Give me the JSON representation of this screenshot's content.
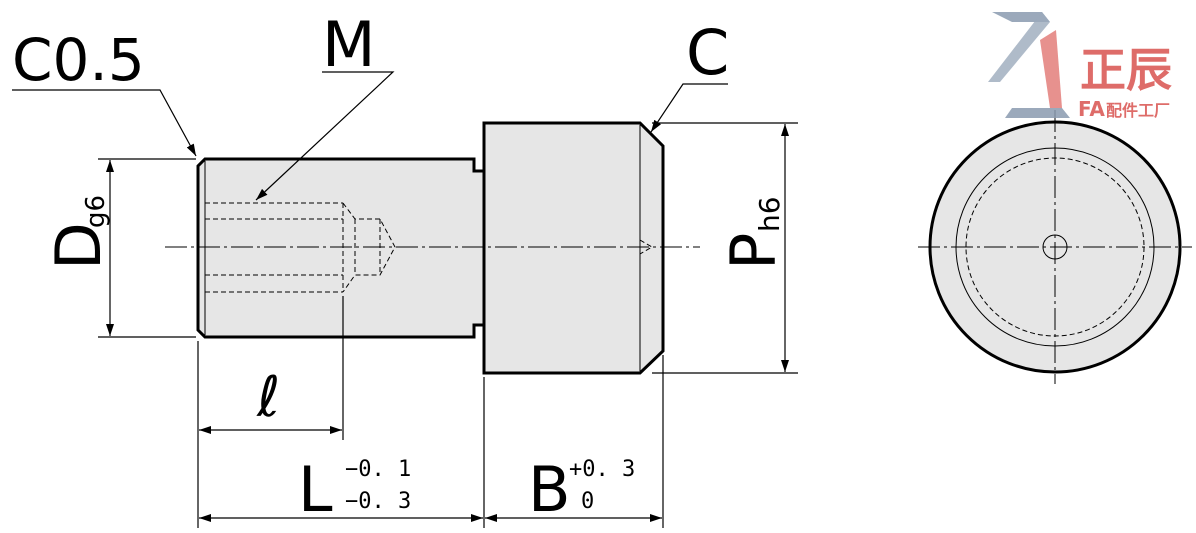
{
  "labels": {
    "chamfer_small": "C0.5",
    "thread": "M",
    "chamfer": "C",
    "shaft_dia": "D",
    "shaft_dia_tol": "g6",
    "head_dia": "P",
    "head_dia_tol": "h6",
    "thread_depth": "ℓ",
    "length": "L",
    "length_tol_upper": "−0. 1",
    "length_tol_lower": "−0. 3",
    "head_length": "B",
    "head_length_tol_upper": "+0. 3",
    "head_length_tol_lower": "0"
  },
  "logo": {
    "brand": "正辰",
    "prefix": "FA",
    "tagline": "配件工厂",
    "color": "#d9534f",
    "mark_color": "#8a9bb0"
  },
  "colors": {
    "part_fill": "#e6e6e6",
    "line": "#000000"
  }
}
